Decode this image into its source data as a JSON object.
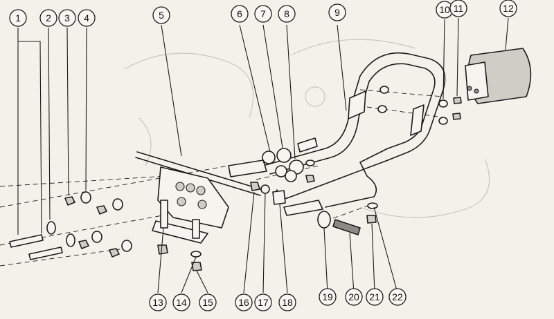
{
  "callouts": [
    {
      "number": "1"
    },
    {
      "number": "2"
    },
    {
      "number": "3"
    },
    {
      "number": "4"
    },
    {
      "number": "5"
    },
    {
      "number": "6"
    },
    {
      "number": "7"
    },
    {
      "number": "8"
    },
    {
      "number": "9"
    },
    {
      "number": "10"
    },
    {
      "number": "11"
    },
    {
      "number": "12"
    },
    {
      "number": "13"
    },
    {
      "number": "14"
    },
    {
      "number": "15"
    },
    {
      "number": "16"
    },
    {
      "number": "17"
    },
    {
      "number": "18"
    },
    {
      "number": "19"
    },
    {
      "number": "20"
    },
    {
      "number": "21"
    },
    {
      "number": "22"
    }
  ],
  "colors": {
    "ink": "#1b1b1b",
    "paper": "#f3f1ea"
  }
}
